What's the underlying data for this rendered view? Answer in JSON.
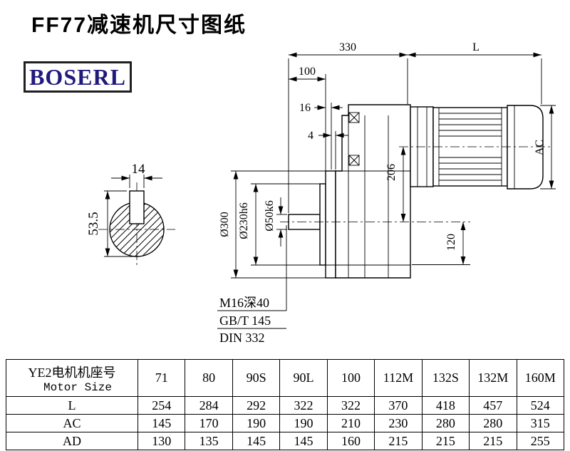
{
  "page": {
    "title": "FF77减速机尺寸图纸",
    "brand": "BOSERL"
  },
  "drawing": {
    "labels": {
      "dim_330": "330",
      "dim_L": "L",
      "dim_100": "100",
      "dim_16": "16",
      "dim_4": "4",
      "dim_14": "14",
      "dim_53_5": "53.5",
      "dim_206": "206",
      "dim_120": "120",
      "dim_ac": "AC",
      "dia_300": "Ø300",
      "dia_230": "Ø230h6",
      "dia_50": "Ø50k6",
      "note_tap": "M16深40",
      "note_gb": "GB/T 145",
      "note_din": "DIN 332"
    }
  },
  "table": {
    "header": {
      "line1": "YE2电机机座号",
      "line2": "Motor Size",
      "sizes": [
        "71",
        "80",
        "90S",
        "90L",
        "100",
        "112M",
        "132S",
        "132M",
        "160M"
      ]
    },
    "rows": [
      {
        "label": "L",
        "values": [
          "254",
          "284",
          "292",
          "322",
          "322",
          "370",
          "418",
          "457",
          "524"
        ]
      },
      {
        "label": "AC",
        "values": [
          "145",
          "170",
          "190",
          "190",
          "210",
          "230",
          "280",
          "280",
          "315"
        ]
      },
      {
        "label": "AD",
        "values": [
          "130",
          "135",
          "145",
          "145",
          "160",
          "215",
          "215",
          "215",
          "255"
        ]
      }
    ]
  }
}
